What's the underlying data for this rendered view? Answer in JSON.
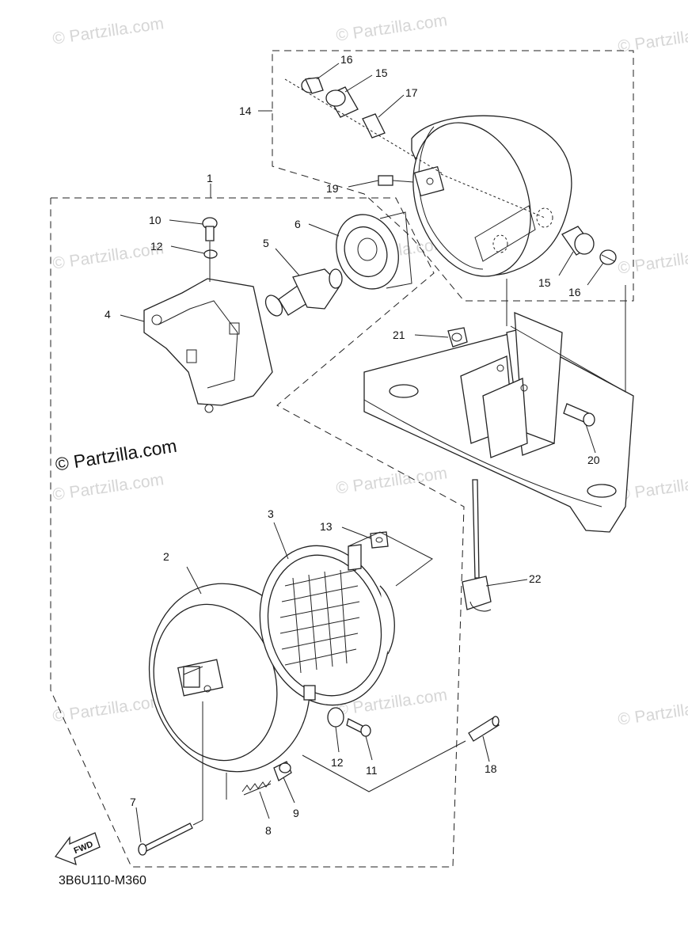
{
  "watermark": {
    "text": "© Partzilla.com"
  },
  "copyright_mark": "© Partzilla.com",
  "diagram_code": "3B6U110-M360",
  "fwd_label": "FWD",
  "callouts": {
    "c1": "1",
    "c2": "2",
    "c3": "3",
    "c4": "4",
    "c5": "5",
    "c6": "6",
    "c7": "7",
    "c8": "8",
    "c9": "9",
    "c10": "10",
    "c11": "11",
    "c12a": "12",
    "c12b": "12",
    "c13": "13",
    "c14": "14",
    "c15a": "15",
    "c15b": "15",
    "c16a": "16",
    "c16b": "16",
    "c17": "17",
    "c18": "18",
    "c19": "19",
    "c20": "20",
    "c21": "21",
    "c22": "22"
  }
}
